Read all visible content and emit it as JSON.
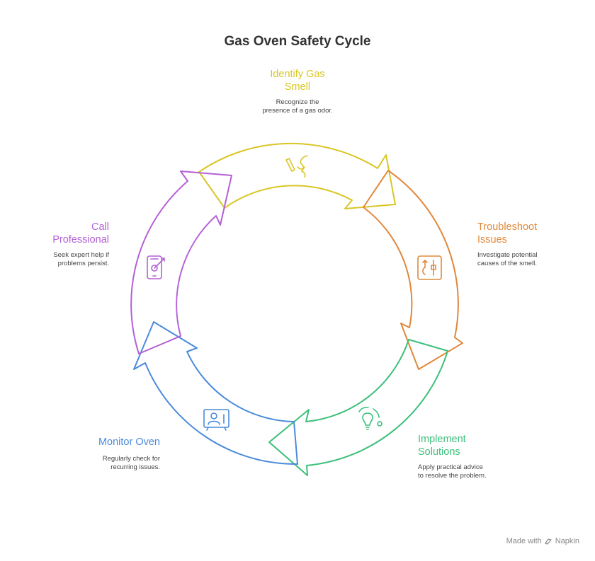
{
  "title": "Gas Oven Safety Cycle",
  "stages": [
    {
      "id": "identify",
      "title_line1": "Identify Gas",
      "title_line2": "Smell",
      "desc_line1": "Recognize the",
      "desc_line2": "presence of a gas odor.",
      "color": "#d9c624",
      "icon": "nose-icon"
    },
    {
      "id": "troubleshoot",
      "title_line1": "Troubleshoot",
      "title_line2": "Issues",
      "desc_line1": "Investigate potential",
      "desc_line2": "causes of the smell.",
      "color": "#e0883a",
      "icon": "tools-icon"
    },
    {
      "id": "implement",
      "title_line1": "Implement",
      "title_line2": "Solutions",
      "desc_line1": "Apply practical advice",
      "desc_line2": "to resolve the problem.",
      "color": "#3dbf7a",
      "icon": "lightbulb-icon"
    },
    {
      "id": "monitor",
      "title_line1": "Monitor Oven",
      "title_line2": "",
      "desc_line1": "Regularly check for",
      "desc_line2": "recurring issues.",
      "color": "#4a8bdb",
      "icon": "monitor-icon"
    },
    {
      "id": "call",
      "title_line1": "Call",
      "title_line2": "Professional",
      "desc_line1": "Seek expert help if",
      "desc_line2": "problems persist.",
      "color": "#b460d6",
      "icon": "phone-icon"
    }
  ],
  "footer": {
    "made_with": "Made with",
    "brand": "Napkin"
  }
}
